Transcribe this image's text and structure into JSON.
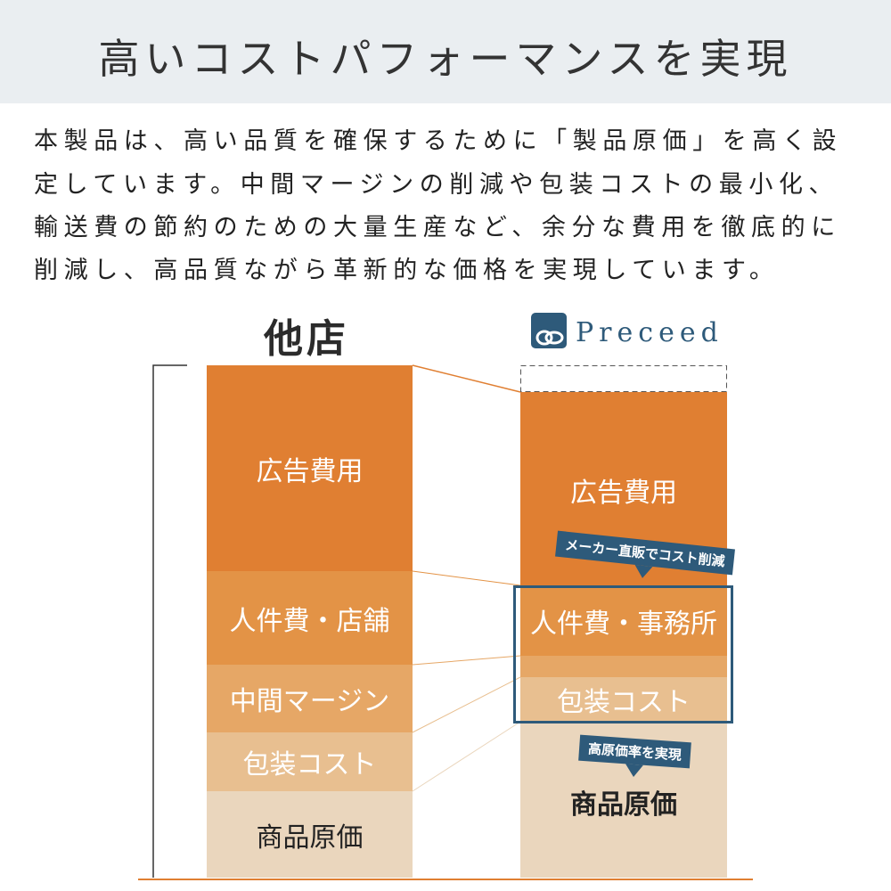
{
  "title": "高いコストパフォーマンスを実現",
  "paragraph": [
    "本製品は、高い品質を確保するために「製品原価」を高く設",
    "定しています。中間マージンの削減や包装コストの最小化、",
    "輸送費の節約のための大量生産など、余分な費用を徹底的に",
    "削減し、高品質ながら革新的な価格を実現しています。"
  ],
  "left": {
    "label": "他店",
    "segments": [
      "広告費用",
      "人件費・店舗",
      "中間マージン",
      "包装コスト",
      "商品原価"
    ]
  },
  "right": {
    "brand": "Preceed",
    "segments": [
      "広告費用",
      "人件費・事務所",
      "包装コスト",
      "商品原価"
    ],
    "callout1": "メーカー直販でコスト削減",
    "callout2": "高原価率を実現"
  },
  "colors": {
    "ad": "#e07f32",
    "staff": "#e39346",
    "margin": "#e6a766",
    "pack": "#e8bf90",
    "cost": "#ead6bd",
    "navy": "#2e5a7a"
  }
}
